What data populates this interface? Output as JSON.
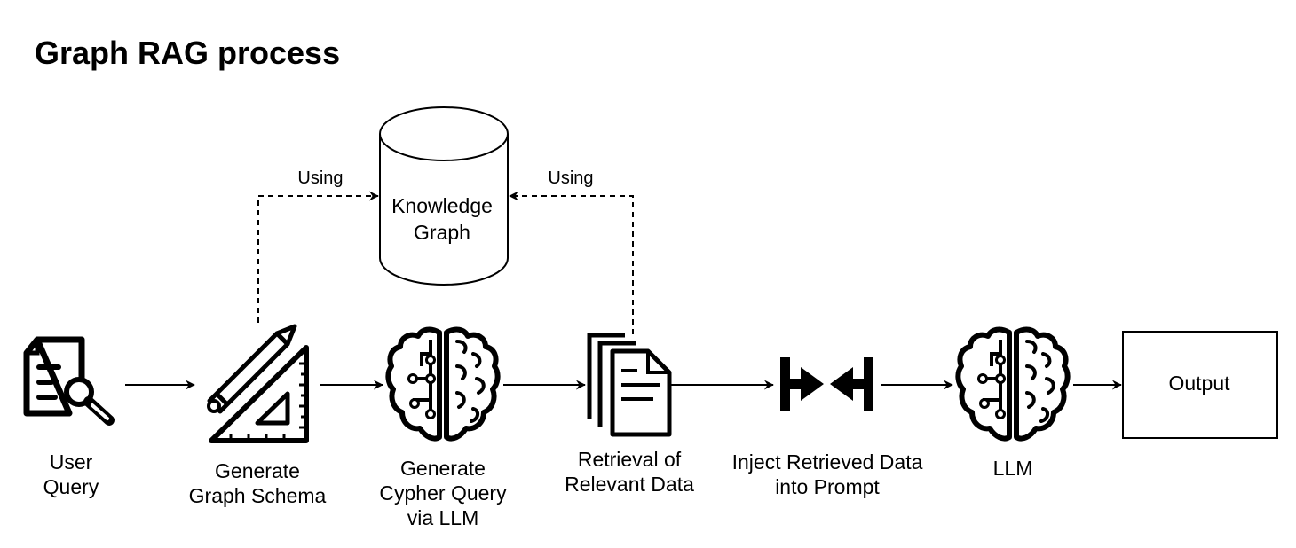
{
  "title": "Graph RAG process",
  "knowledge_graph": {
    "line1": "Knowledge",
    "line2": "Graph",
    "icon": "database-cylinder-icon"
  },
  "edge_labels": {
    "schema_using": "Using",
    "retrieval_using": "Using"
  },
  "steps": [
    {
      "icon": "document-search-icon",
      "line1": "User",
      "line2": "Query"
    },
    {
      "icon": "ruler-pencil-icon",
      "line1": "Generate",
      "line2": "Graph Schema"
    },
    {
      "icon": "brain-circuit-icon",
      "line1": "Generate",
      "line2": "Cypher Query",
      "line3": "via LLM"
    },
    {
      "icon": "stacked-documents-icon",
      "line1": "Retrieval of",
      "line2": "Relevant Data"
    },
    {
      "icon": "merge-arrows-icon",
      "line1": "Inject Retrieved Data",
      "line2": "into Prompt"
    },
    {
      "icon": "brain-circuit-icon",
      "line1": "LLM"
    }
  ],
  "output": {
    "label": "Output"
  }
}
